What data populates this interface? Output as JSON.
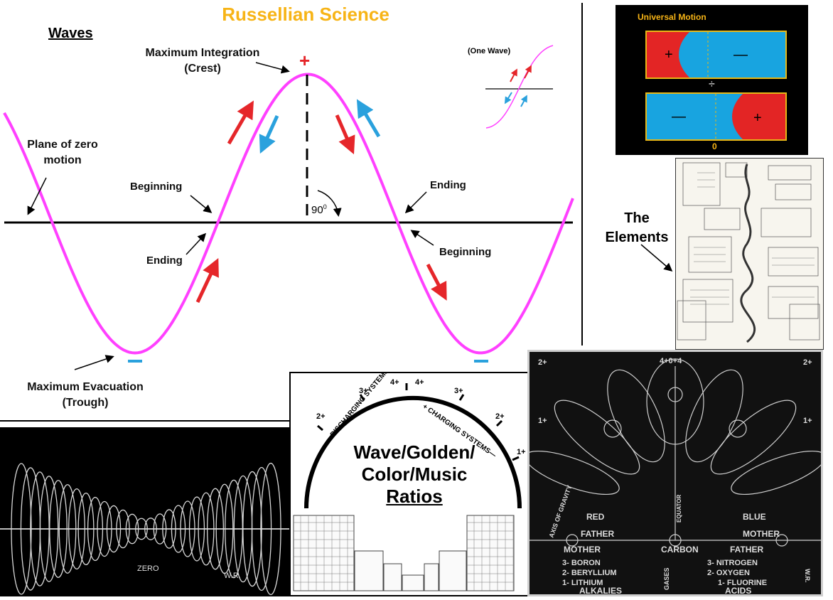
{
  "title": "Russellian Science",
  "waves_label": "Waves",
  "labels": {
    "max_integration": "Maximum Integration",
    "crest": "(Crest)",
    "plane_zero_1": "Plane of zero",
    "plane_zero_2": "motion",
    "beginning_left": "Beginning",
    "ending_left": "Ending",
    "ending_right": "Ending",
    "beginning_right": "Beginning",
    "max_evacuation": "Maximum  Evacuation",
    "trough": "(Trough)",
    "angle": "90",
    "angle_sup": "0",
    "plus": "+",
    "minus": "−",
    "one_wave": "(One Wave)"
  },
  "universal_motion": {
    "title": "Universal Motion",
    "top_sign": "+",
    "top_sign_right": "—",
    "bottom_sign_left": "—",
    "bottom_sign_right": "+",
    "divider": "÷",
    "zero": "0"
  },
  "elements": {
    "label_1": "The",
    "label_2": "Elements"
  },
  "ratios": {
    "line1": "Wave/Golden/",
    "line2": "Color/Music",
    "line3": "Ratios"
  },
  "arc": {
    "discharging": "DISCHARGING SYSTEMS— +",
    "charging": "+ CHARGING SYSTEMS—",
    "ticks": [
      "2+",
      "3+",
      "4+",
      "4+",
      "3+",
      "2+",
      "1+"
    ]
  },
  "bottom_left": {
    "zero": "ZERO",
    "initials": "W.R."
  },
  "bottom_right": {
    "red": "RED",
    "blue": "BLUE",
    "father_l": "FATHER",
    "mother_r": "MOTHER",
    "mother_l": "MOTHER",
    "father_r": "FATHER",
    "carbon": "CARBON",
    "boron": "3- BORON",
    "beryllium": "2- BERYLLIUM",
    "lithium": "1- LITHIUM",
    "nitrogen": "3- NITROGEN",
    "oxygen": "2- OXYGEN",
    "fluorine": "1- FLUORINE",
    "alkalies": "ALKALIES",
    "acids": "ACIDS",
    "gases": "GASES",
    "axis": "AXIS OF GRAVITY",
    "equator": "EQUATOR",
    "top": "4+0+4",
    "tl": "2+",
    "tr": "2+",
    "ml": "1+",
    "mr": "1+",
    "wr": "W.R."
  },
  "colors": {
    "wave": "#ff1fff",
    "red_arrow": "#e5262a",
    "blue_arrow": "#2aa1dd",
    "title": "#f7b416"
  }
}
